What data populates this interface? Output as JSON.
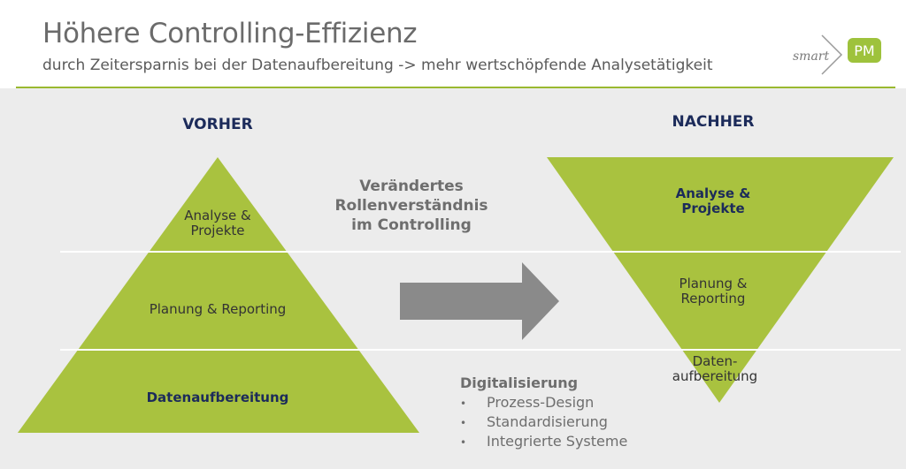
{
  "header": {
    "title": "Höhere Controlling-Effizienz",
    "subtitle": "durch Zeitersparnis bei der Datenaufbereitung -> mehr wertschöpfende Analysetätigkeit"
  },
  "logo": {
    "smart": "smart",
    "pm": "PM"
  },
  "before": {
    "heading": "VORHER",
    "top_line1": "Analyse &",
    "top_line2": "Projekte",
    "middle": "Planung & Reporting",
    "bottom": "Datenaufbereitung"
  },
  "after": {
    "heading": "NACHHER",
    "top_line1": "Analyse &",
    "top_line2": "Projekte",
    "middle_line1": "Planung &",
    "middle_line2": "Reporting",
    "bottom_line1": "Daten-",
    "bottom_line2": "aufbereitung"
  },
  "center": {
    "line1": "Verändertes",
    "line2": "Rollenverständnis",
    "line3": "im Controlling"
  },
  "digital": {
    "title": "Digitalisierung",
    "bullet": "•",
    "items": [
      "Prozess-Design",
      "Standardisierung",
      "Integrierte Systeme"
    ]
  },
  "colors": {
    "green": "#a9c23f",
    "arrow": "#8a8a8a",
    "heading": "#1c2b5a",
    "accent_line": "#9ab930"
  }
}
